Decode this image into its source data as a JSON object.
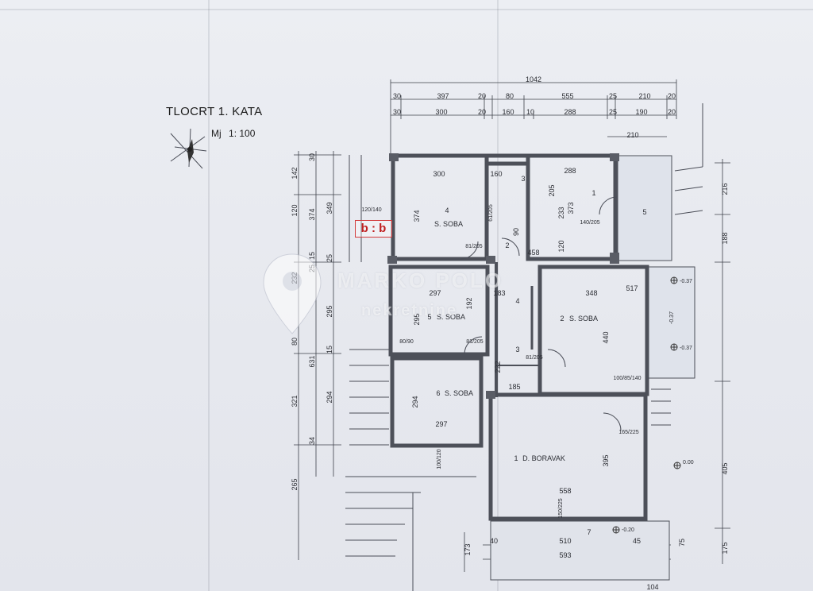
{
  "plan": {
    "title": "TLOCRT 1. KATA",
    "scale_label": "Mj",
    "scale_value": "1: 100",
    "section_marker": "b : b"
  },
  "watermark": {
    "line1": "MARKO POLO",
    "line2": "nekretnine"
  },
  "dimensions": {
    "top_overall": "1042",
    "top_row1": [
      "30",
      "397",
      "20",
      "80",
      "555",
      "25",
      "210",
      "20"
    ],
    "top_row2": [
      "30",
      "300",
      "20",
      "160",
      "10",
      "288",
      "25",
      "190",
      "20"
    ],
    "top_right": "210",
    "left_col1": [
      "142",
      "120",
      "232",
      "80",
      "321",
      "265"
    ],
    "left_col2": [
      "30",
      "374",
      "15",
      "25",
      "631",
      "34"
    ],
    "left_col3": [
      "349",
      "25",
      "295",
      "15",
      "294"
    ],
    "right_col": [
      "216",
      "188",
      "405",
      "75",
      "175"
    ],
    "bottom_row1": [
      "40",
      "510",
      "45"
    ],
    "bottom_row2": [
      "593"
    ],
    "bottom_right": "104",
    "bottom_left": "173"
  },
  "rooms": [
    {
      "number": "4",
      "name": "S. SOBA"
    },
    {
      "number": "1",
      "name": ""
    },
    {
      "number": "5",
      "name": ""
    },
    {
      "number": "2",
      "name": ""
    },
    {
      "number": "3",
      "name": ""
    },
    {
      "number": "5",
      "name": "S. SOBA"
    },
    {
      "number": "4",
      "name": ""
    },
    {
      "number": "2",
      "name": "S. SOBA"
    },
    {
      "number": "3",
      "name": ""
    },
    {
      "number": "6",
      "name": "S. SOBA"
    },
    {
      "number": "1",
      "name": "D. BORAVAK"
    },
    {
      "number": "7",
      "name": ""
    }
  ],
  "room_dims": {
    "r4_w": "300",
    "r4_h": "374",
    "r1_w": "288",
    "r1_h": "205",
    "r1_h2": "233",
    "r1_h3": "373",
    "r5s_w": "297",
    "r5s_h": "295",
    "r5s_h2": "192",
    "r2s_w": "348",
    "r2s_h": "440",
    "r2s_dim": "517",
    "r6_w": "297",
    "r6_h": "294",
    "boravak_w": "558",
    "boravak_h": "395",
    "hall_w": "458",
    "hall_w2": "185",
    "hall_w3": "183",
    "hall_h": "222",
    "hall_h2": "120",
    "small_w": "160",
    "small_w2": "90"
  },
  "openings": [
    "120/140",
    "140/205",
    "81/205",
    "80/90",
    "81/205",
    "81/205",
    "100/120",
    "100/85/140",
    "165/225",
    "150/225",
    "61/205"
  ],
  "levels": [
    "-0.37",
    "-0.37",
    "-0.37",
    "0.00",
    "-0.20"
  ]
}
